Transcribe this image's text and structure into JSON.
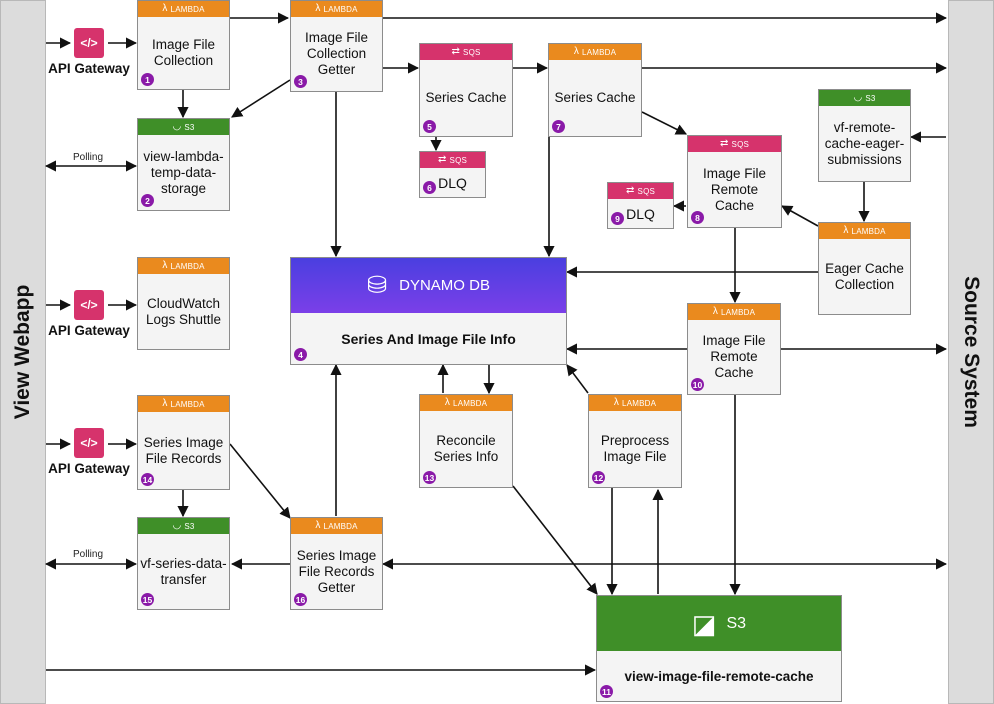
{
  "sidebars": {
    "left_label": "View Webapp",
    "right_label": "Source System"
  },
  "api_gateways": [
    {
      "label": "API Gateway"
    },
    {
      "label": "API Gateway"
    },
    {
      "label": "API Gateway"
    }
  ],
  "polling_labels": [
    "Polling",
    "Polling"
  ],
  "nodes": [
    {
      "type": "LAMBDA",
      "label": "Image File Collection",
      "num": "1"
    },
    {
      "type": "S3",
      "label": "view-lambda-temp-data-storage",
      "num": "2"
    },
    {
      "type": "LAMBDA",
      "label": "Image File Collection Getter",
      "num": "3"
    },
    {
      "type": "SQS",
      "label": "Series Cache",
      "num": "5"
    },
    {
      "type": "SQS",
      "label": "DLQ",
      "num": "6"
    },
    {
      "type": "LAMBDA",
      "label": "Series Cache",
      "num": "7"
    },
    {
      "type": "SQS",
      "label": "Image File Remote Cache",
      "num": "8"
    },
    {
      "type": "SQS",
      "label": "DLQ",
      "num": "9"
    },
    {
      "type": "S3",
      "label": "vf-remote-cache-eager-submissions",
      "num": ""
    },
    {
      "type": "LAMBDA",
      "label": "Eager Cache Collection",
      "num": ""
    },
    {
      "type": "LAMBDA",
      "label": "CloudWatch Logs Shuttle",
      "num": ""
    },
    {
      "type": "LAMBDA",
      "label": "Image File Remote Cache",
      "num": "10"
    },
    {
      "type": "LAMBDA",
      "label": "Series Image File Records",
      "num": "14"
    },
    {
      "type": "S3",
      "label": "vf-series-data-transfer",
      "num": "15"
    },
    {
      "type": "LAMBDA",
      "label": "Series Image File Records Getter",
      "num": "16"
    },
    {
      "type": "LAMBDA",
      "label": "Reconcile Series Info",
      "num": "13"
    },
    {
      "type": "LAMBDA",
      "label": "Preprocess Image File",
      "num": "12"
    }
  ],
  "dynamo": {
    "header": "DYNAMO DB",
    "label": "Series And Image File Info",
    "num": "4"
  },
  "s3_big": {
    "header": "S3",
    "label": "view-image-file-remote-cache",
    "num": "11"
  },
  "colors": {
    "lambda": "#ea8a1e",
    "sqs": "#d6336c",
    "s3": "#3f8f28",
    "dynamo": "#5a3ee6",
    "badge": "#8a1aa8"
  }
}
